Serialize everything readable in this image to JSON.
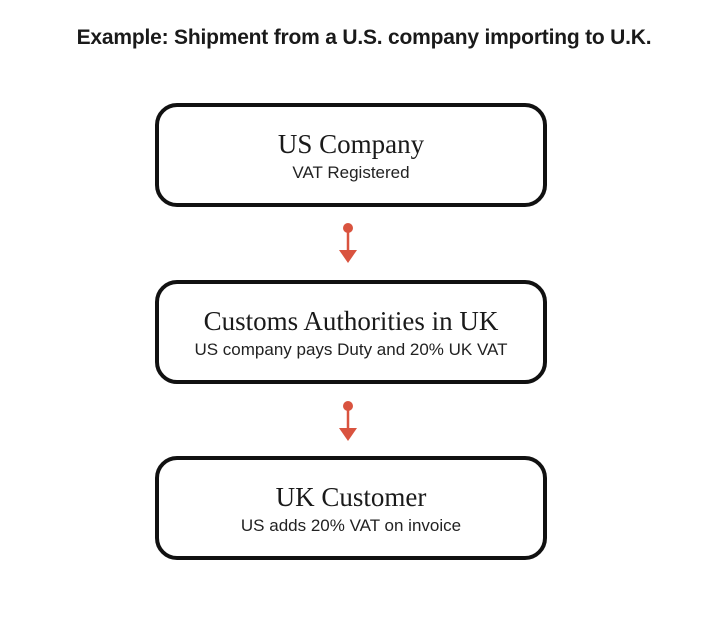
{
  "title": "Example: Shipment from a U.S. company importing to U.K.",
  "colors": {
    "arrow": "#d9533f",
    "box_border": "#111111"
  },
  "nodes": [
    {
      "title": "US Company",
      "subtitle": "VAT Registered"
    },
    {
      "title": "Customs Authorities in UK",
      "subtitle": "US company pays Duty and 20% UK VAT"
    },
    {
      "title": "UK Customer",
      "subtitle": "US adds 20% VAT on invoice"
    }
  ]
}
